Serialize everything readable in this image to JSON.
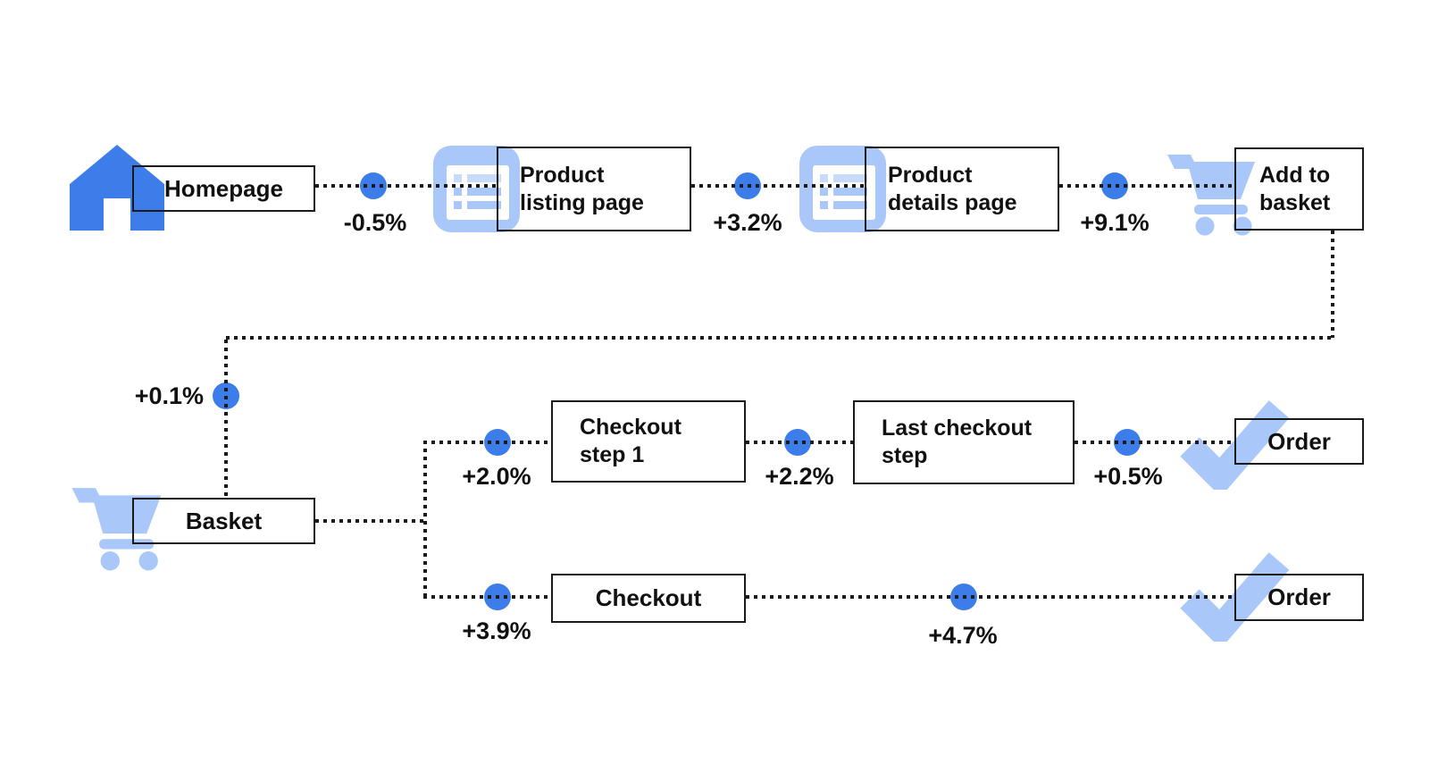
{
  "diagram": {
    "colors": {
      "blue": "#3C7DE9",
      "light_blue": "#A9C7F9",
      "lighter_blue": "#C9DBFB",
      "line": "#1A1A1A",
      "text": "#111111"
    },
    "nodes": {
      "homepage": {
        "label": "Homepage",
        "icon": "home-icon"
      },
      "product_listing": {
        "line1": "Product",
        "line2": "listing page",
        "icon": "list-icon"
      },
      "product_details": {
        "line1": "Product",
        "line2": "details page",
        "icon": "list-icon"
      },
      "add_to_basket": {
        "line1": "Add to",
        "line2": "basket",
        "icon": "cart-icon"
      },
      "basket": {
        "label": "Basket",
        "icon": "cart-icon"
      },
      "checkout_step_1": {
        "line1": "Checkout",
        "line2": "step 1"
      },
      "last_checkout_step": {
        "line1": "Last checkout",
        "line2": "step"
      },
      "checkout": {
        "label": "Checkout"
      },
      "order_top": {
        "label": "Order",
        "icon": "check-icon"
      },
      "order_bottom": {
        "label": "Order",
        "icon": "check-icon"
      }
    },
    "edges": {
      "homepage_to_listing": {
        "delta": "-0.5%"
      },
      "listing_to_details": {
        "delta": "+3.2%"
      },
      "details_to_add": {
        "delta": "+9.1%"
      },
      "add_to_basket_flow": {
        "delta": "+0.1%"
      },
      "basket_to_checkout_step_1": {
        "delta": "+2.0%"
      },
      "checkout_step_1_to_last": {
        "delta": "+2.2%"
      },
      "last_to_order": {
        "delta": "+0.5%"
      },
      "basket_to_checkout": {
        "delta": "+3.9%"
      },
      "checkout_to_order": {
        "delta": "+4.7%"
      }
    }
  }
}
